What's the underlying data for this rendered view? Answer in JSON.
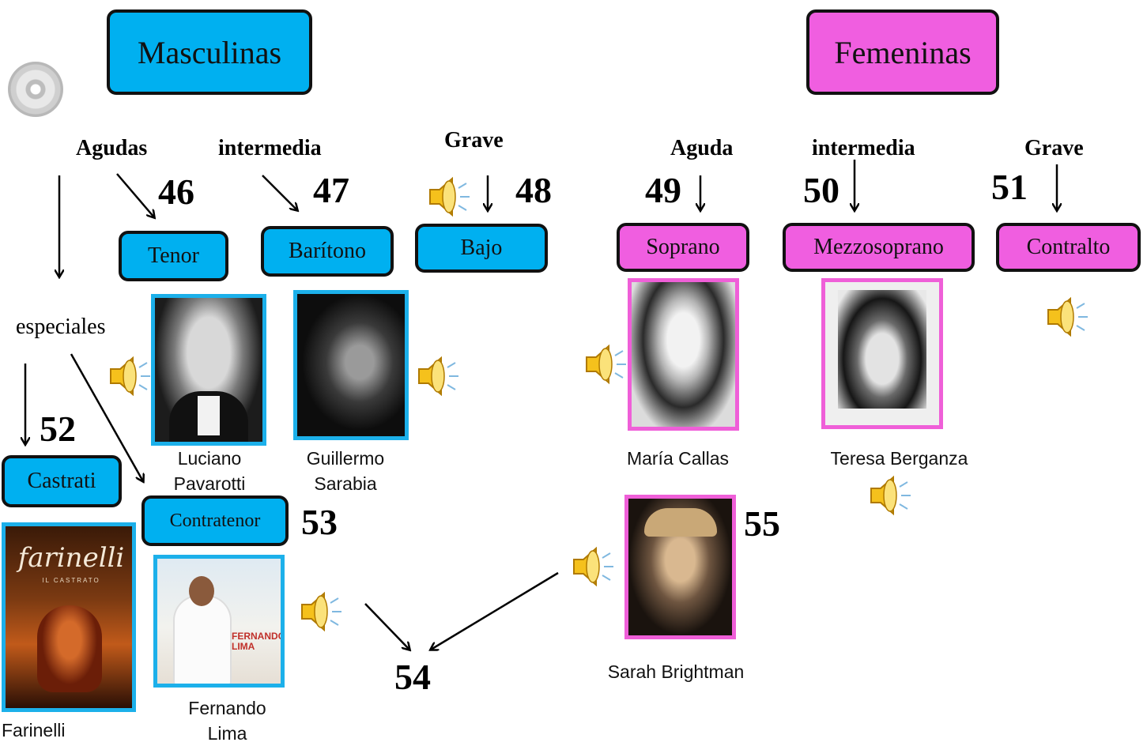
{
  "groups": {
    "male": "Masculinas",
    "female": "Femeninas"
  },
  "categories": {
    "m_agudas": "Agudas",
    "m_intermedia": "intermedia",
    "m_grave": "Grave",
    "f_aguda": "Aguda",
    "f_intermedia": "intermedia",
    "f_grave": "Grave",
    "especiales": "especiales"
  },
  "voices": {
    "tenor": "Tenor",
    "baritono": "Barítono",
    "bajo": "Bajo",
    "soprano": "Soprano",
    "mezzo": "Mezzosoprano",
    "contralto": "Contralto",
    "castrati": "Castrati",
    "contratenor": "Contratenor"
  },
  "numbers": {
    "n46": "46",
    "n47": "47",
    "n48": "48",
    "n49": "49",
    "n50": "50",
    "n51": "51",
    "n52": "52",
    "n53": "53",
    "n54": "54",
    "n55": "55"
  },
  "singers": {
    "pavarotti": "Luciano Pavarotti",
    "sarabia": "Guillermo Sarabia",
    "callas": "María Callas",
    "berganza": "Teresa Berganza",
    "brightman": "Sarah Brightman",
    "lima": "Fernando Lima",
    "farinelli": "Farinelli"
  },
  "poster_texts": {
    "farinelli_title": "farinelli",
    "farinelli_subtitle": "IL CASTRATO",
    "lima_album": "FERNANDO LIMA"
  },
  "colors": {
    "male_blue": "#00b0f0",
    "female_pink": "#f05ee0"
  },
  "icons": [
    "cd-icon",
    "speaker-icon"
  ]
}
